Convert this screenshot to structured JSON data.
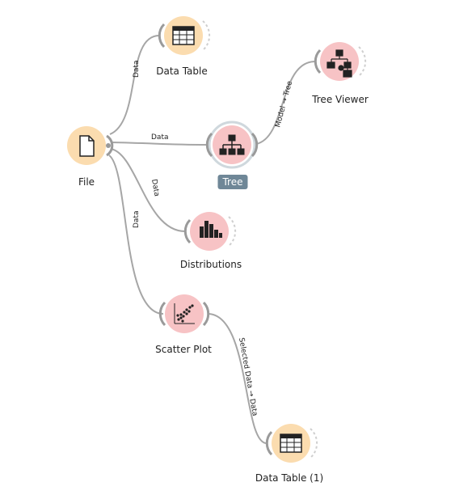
{
  "colors": {
    "data_node": "#fbdcaf",
    "model_node": "#f7c3c5",
    "visual_node": "#f7c3c5",
    "link": "#a6a6a6",
    "selected_label_bg": "#6f8797"
  },
  "nodes": {
    "file": {
      "label": "File",
      "icon": "file-icon"
    },
    "data_table": {
      "label": "Data Table",
      "icon": "table-icon"
    },
    "tree": {
      "label": "Tree",
      "icon": "tree-icon",
      "selected": true
    },
    "tree_viewer": {
      "label": "Tree Viewer",
      "icon": "tree-viewer-icon"
    },
    "distributions": {
      "label": "Distributions",
      "icon": "histogram-icon"
    },
    "scatter_plot": {
      "label": "Scatter Plot",
      "icon": "scatter-icon"
    },
    "data_table_1": {
      "label": "Data Table (1)",
      "icon": "table-icon"
    }
  },
  "links": {
    "file_to_data_table": "Data",
    "file_to_tree": "Data",
    "file_to_distributions": "Data",
    "file_to_scatter": "Data",
    "tree_to_viewer": "Model → Tree",
    "scatter_to_table": "Selected Data → Data"
  }
}
